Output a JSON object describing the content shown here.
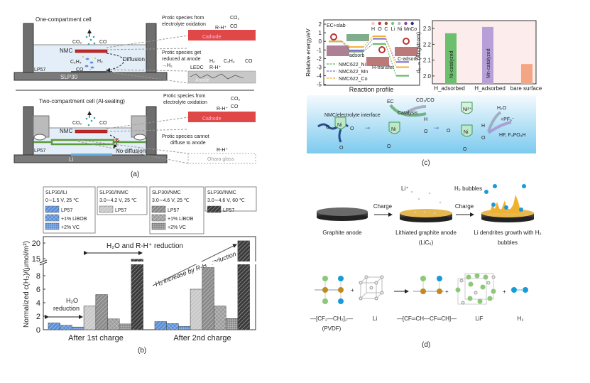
{
  "panel_labels": {
    "a": "(a)",
    "b": "(b)",
    "c": "(c)",
    "d": "(d)"
  },
  "panel_a": {
    "one_title": "One-compartment cell",
    "two_title": "Two-compartment cell (Al-sealing)",
    "co2": "CO₂",
    "co": "CO",
    "nmc": "NMC",
    "c2h4": "C₂H₄",
    "h2": "H₂",
    "diffusion": "Diffusion",
    "lp57": "LP57",
    "slp30": "SLP30",
    "li": "Li",
    "no_diffusion": "No diffusion",
    "protic_from_1": "Protic species from",
    "protic_from_2": "electrolyte oxidation",
    "rh": "R-H⁺",
    "cathode": "Cathode",
    "anode": "Anode",
    "reduced_1": "Protic species get",
    "reduced_2": "reduced at anode",
    "reduced_3": "→H₂",
    "ledc": "LEDC",
    "cannot_1": "Protic species cannot",
    "cannot_2": "diffuse to anode",
    "ohara": "Ohara glass"
  },
  "panel_b": {
    "legend": [
      {
        "title1": "SLP30//Li",
        "title2": "0∼1.5 V, 25 ℃",
        "items": [
          "LP57",
          "+1% LiBOB",
          "+2% VC"
        ]
      },
      {
        "title1": "SLP30//NMC",
        "title2": "3.0∼4.2 V, 25 ℃",
        "items": [
          "LP57"
        ]
      },
      {
        "title1": "SLP30//NMC",
        "title2": "3.0∼4.6 V, 25 ℃",
        "items": [
          "LP57",
          "+1% LiBOB",
          "+2% VC"
        ]
      },
      {
        "title1": "SLP30//NMC",
        "title2": "3.0∼4.6 V, 60 ℃",
        "items": [
          "LP57"
        ]
      }
    ],
    "annotations": {
      "h2o_rh": "H₂O and R-H⁺ reduction",
      "h2o_1": "H₂O",
      "h2o_2": "reduction",
      "increase": "H₂ increase by R-H⁺ reduction"
    }
  },
  "chart_data": [
    {
      "type": "bar",
      "ylabel": "Normalized c(H₂)/(μmol/m²)",
      "categories": [
        "After 1st charge",
        "After 2nd charge"
      ],
      "yticks": [
        "0",
        "2",
        "4",
        "6",
        "8",
        "15",
        "20"
      ],
      "y_axis_break": [
        10,
        14
      ],
      "series": [
        {
          "name": "SLP30//Li LP57",
          "values": [
            1.0,
            1.2
          ],
          "color": "#5b8fd6",
          "pattern": "hatch"
        },
        {
          "name": "SLP30//Li +1% LiBOB",
          "values": [
            0.65,
            0.9
          ],
          "color": "#5b8fd6",
          "pattern": "cross"
        },
        {
          "name": "SLP30//Li +2% VC",
          "values": [
            0.4,
            0.5
          ],
          "color": "#5b8fd6",
          "pattern": "grid"
        },
        {
          "name": "SLP30//NMC 4.2 V LP57",
          "values": [
            3.5,
            6.0
          ],
          "color": "#c8c8c8",
          "pattern": "hatch"
        },
        {
          "name": "SLP30//NMC 4.6 V LP57",
          "values": [
            5.2,
            9.2
          ],
          "color": "#8a8a8a",
          "pattern": "hatch"
        },
        {
          "name": "SLP30//NMC 4.6 V +1% LiBOB",
          "values": [
            1.6,
            3.5
          ],
          "color": "#9a9a9a",
          "pattern": "cross"
        },
        {
          "name": "SLP30//NMC 4.6 V +2% VC",
          "values": [
            0.85,
            1.65
          ],
          "color": "#8a8a8a",
          "pattern": "grid"
        },
        {
          "name": "SLP30//NMC 60 ℃ LP57",
          "values": [
            14.8,
            20.7
          ],
          "color": "#3a3a3a",
          "pattern": "hatch"
        }
      ]
    },
    {
      "type": "line",
      "ylabel": "Relative energy/eV",
      "xlabel": "Reaction profile",
      "ylim": [
        -5,
        2
      ],
      "yticks": [
        "2",
        "1",
        "0",
        "-1",
        "-2",
        "-3",
        "-4",
        "-5"
      ],
      "states": [
        "EC+slab",
        "adsorb",
        "H-transfer",
        "C-adsorb"
      ],
      "atom_legend": [
        "H",
        "O",
        "C",
        "Li",
        "Ni",
        "Mn",
        "Co"
      ],
      "series": [
        {
          "name": "NMC622_Ni",
          "values": [
            0,
            -1.2,
            -0.3,
            -4.0
          ],
          "color": "#5cb85c"
        },
        {
          "name": "NMC622_Mn",
          "values": [
            0,
            -1.05,
            0.3,
            -2.4
          ],
          "color": "#7b6fd0"
        },
        {
          "name": "NMC622_Co",
          "values": [
            0,
            -0.65,
            0.6,
            -3.0
          ],
          "color": "#f0b030"
        }
      ]
    },
    {
      "type": "bar",
      "ylabel": "dₒ₋ₘ (Angstrom)",
      "ylim": [
        1.95,
        2.35
      ],
      "yticks": [
        "2.0",
        "2.1",
        "2.2",
        "2.3"
      ],
      "categories": [
        "H_adsorbed",
        "H_adsorbed",
        "bare surface"
      ],
      "bar_labels": [
        "Ni-catalyzed",
        "Mn-catalyzed",
        ""
      ],
      "values": [
        2.27,
        2.31,
        2.075
      ],
      "colors": [
        "#6cbf6c",
        "#b7a0d8",
        "#f4a582"
      ]
    }
  ],
  "panel_c_scheme": {
    "interface": "NMC/electrolyte interface",
    "ec": "EC",
    "co2co": "CO₂/CO",
    "catalysis": "Catalysis",
    "h": "H",
    "o": "O",
    "ni": "Ni",
    "ni2": "Ni²⁺",
    "h2o": "H₂O",
    "pf6": "+PF₆⁻",
    "hf": "HF, F₃PO₃H"
  },
  "panel_d": {
    "charge": "Charge",
    "li_plus": "Li⁺",
    "h2_bubbles": "H₂ bubbles",
    "graphite": "Graphite anode",
    "lithiated": "Lithiated graphite anode",
    "lic6": "(LiC₆)",
    "dendrites": "Li dendrites growth with H₂",
    "bubbles": "bubbles",
    "pvdf_formula": "—[CF₂—CH₂]₂—",
    "pvdf": "(PVDF)",
    "li": "Li",
    "product": "—[CF═CH—CF═CH]—",
    "lif": "LiF",
    "h2": "H₂",
    "plus": "+"
  }
}
